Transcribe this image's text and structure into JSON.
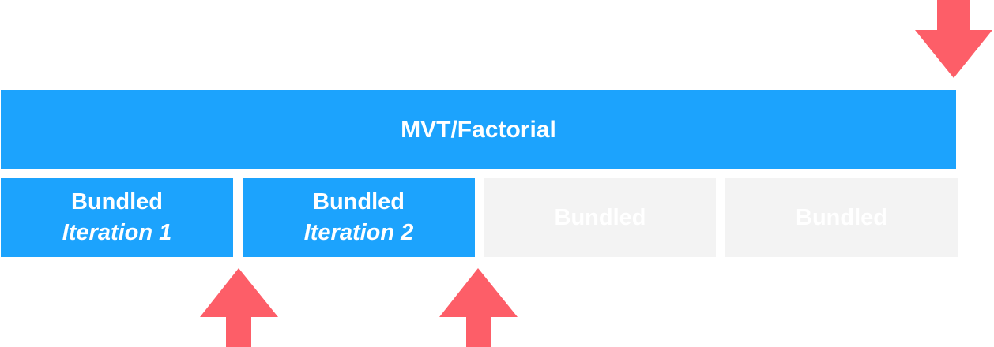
{
  "colors": {
    "active_fill": "#1ca3fd",
    "inactive_fill": "#f3f3f3",
    "active_text": "#ffffff",
    "inactive_text": "#ffffff",
    "arrow": "#fd5e68"
  },
  "main_block": {
    "label": "MVT/Factorial",
    "state": "active"
  },
  "iterations": [
    {
      "line1": "Bundled",
      "line2": "Iteration 1",
      "state": "active"
    },
    {
      "line1": "Bundled",
      "line2": "Iteration 2",
      "state": "active"
    },
    {
      "line1": "Bundled",
      "line2": "",
      "state": "inactive"
    },
    {
      "line1": "Bundled",
      "line2": "",
      "state": "inactive"
    }
  ],
  "arrows": [
    {
      "direction": "down",
      "icon": "arrow-down-icon"
    },
    {
      "direction": "up",
      "icon": "arrow-up-icon"
    },
    {
      "direction": "up",
      "icon": "arrow-up-icon"
    }
  ]
}
